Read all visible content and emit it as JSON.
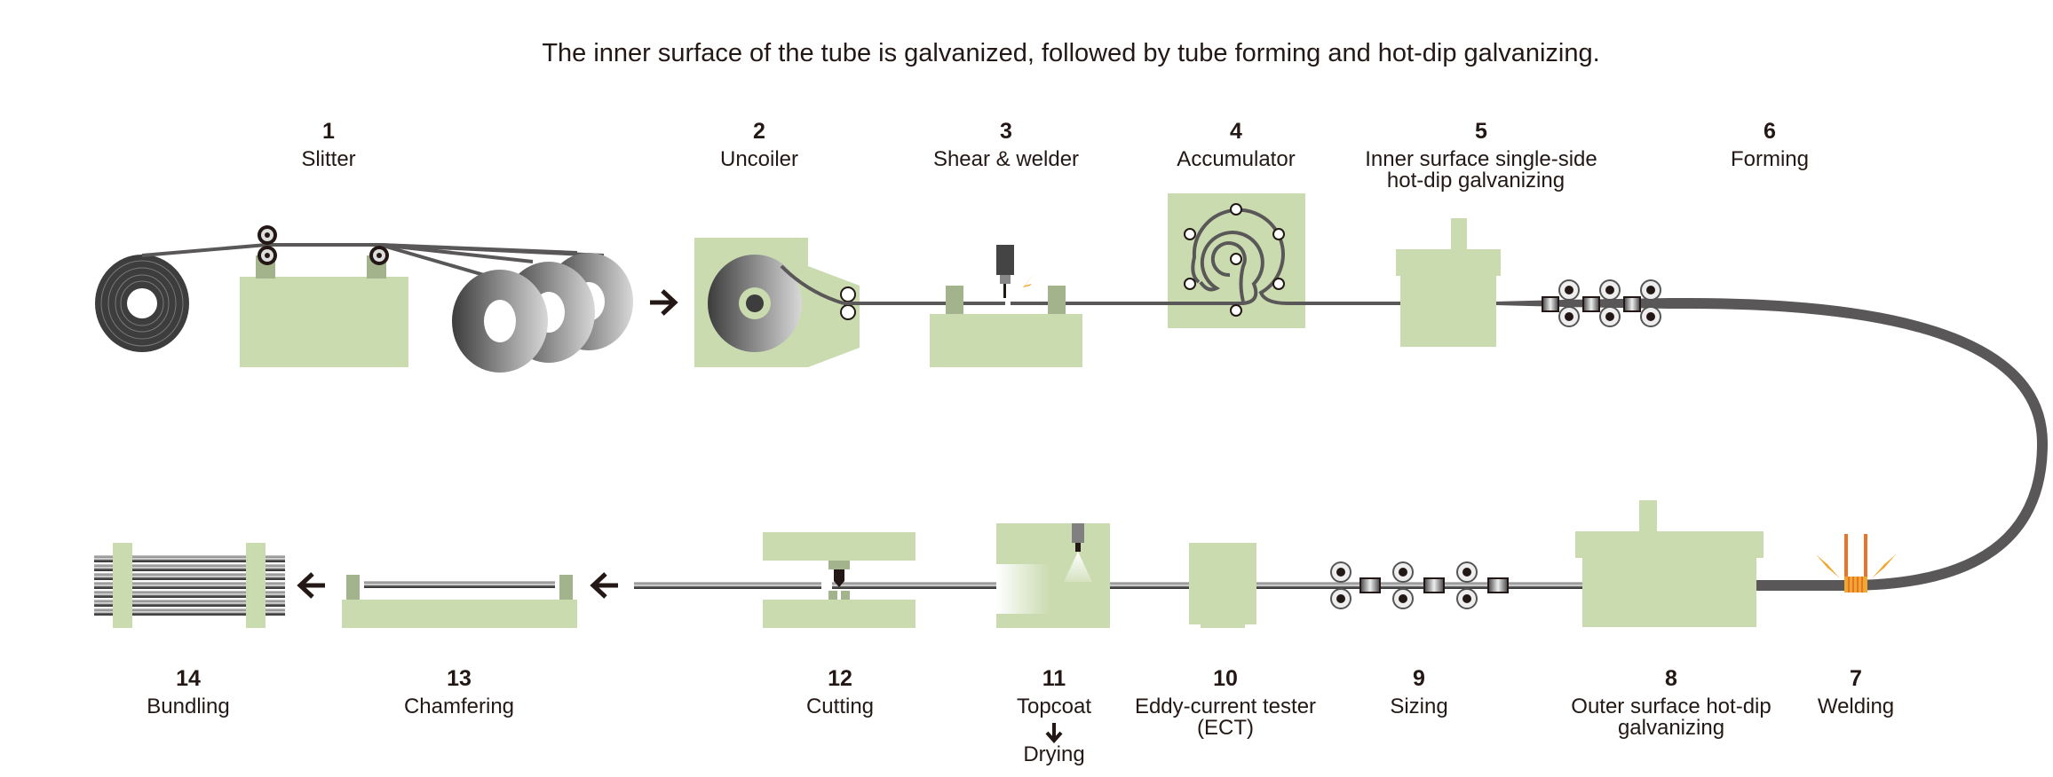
{
  "title": "The inner surface of the tube is galvanized, followed by tube forming and hot-dip galvanizing.",
  "colors": {
    "machine": "#cadbb0",
    "machine_dark": "#a3b38c",
    "strip": "#595757",
    "spark": "#f0a830",
    "coil_heater": "#e8742a",
    "arrow": "#231815"
  },
  "steps": [
    {
      "number": "1",
      "lines": [
        "Slitter"
      ]
    },
    {
      "number": "2",
      "lines": [
        "Uncoiler"
      ]
    },
    {
      "number": "3",
      "lines": [
        "Shear & welder"
      ]
    },
    {
      "number": "4",
      "lines": [
        "Accumulator"
      ]
    },
    {
      "number": "5",
      "lines": [
        "Inner surface single-side",
        "hot-dip galvanizing"
      ]
    },
    {
      "number": "6",
      "lines": [
        "Forming"
      ]
    },
    {
      "number": "7",
      "lines": [
        "Welding"
      ]
    },
    {
      "number": "8",
      "lines": [
        "Outer surface hot-dip",
        "galvanizing"
      ]
    },
    {
      "number": "9",
      "lines": [
        "Sizing"
      ]
    },
    {
      "number": "10",
      "lines": [
        "Eddy-current tester",
        "(ECT)"
      ]
    },
    {
      "number": "11",
      "lines": [
        "Topcoat",
        "Drying"
      ]
    },
    {
      "number": "12",
      "lines": [
        "Cutting"
      ]
    },
    {
      "number": "13",
      "lines": [
        "Chamfering"
      ]
    },
    {
      "number": "14",
      "lines": [
        "Bundling"
      ]
    }
  ],
  "icons": {
    "flow_arrow_right": "arrow-right-icon",
    "flow_arrow_left": "arrow-left-icon",
    "topcoat_to_drying": "arrow-down-icon"
  }
}
